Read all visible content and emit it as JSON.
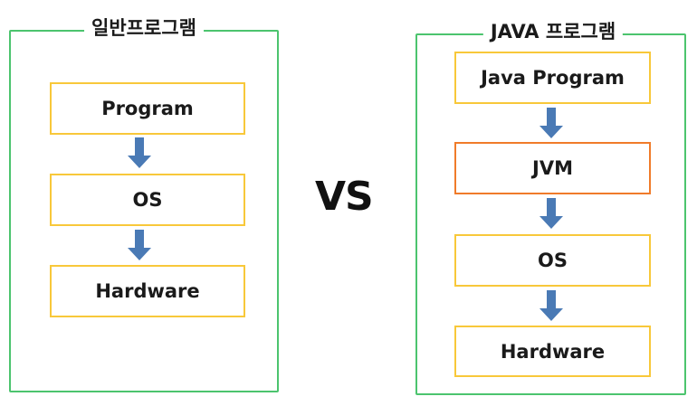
{
  "general": {
    "title": "일반프로그램",
    "layers": [
      "Program",
      "OS",
      "Hardware"
    ]
  },
  "vs_label": "VS",
  "java": {
    "title": "JAVA 프로그램",
    "layers": [
      "Java Program",
      "JVM",
      "OS",
      "Hardware"
    ]
  },
  "colors": {
    "frame": "#4cc46e",
    "box_border": "#f8c83a",
    "jvm_border": "#f07b2a",
    "arrow": "#4a7ab5"
  }
}
